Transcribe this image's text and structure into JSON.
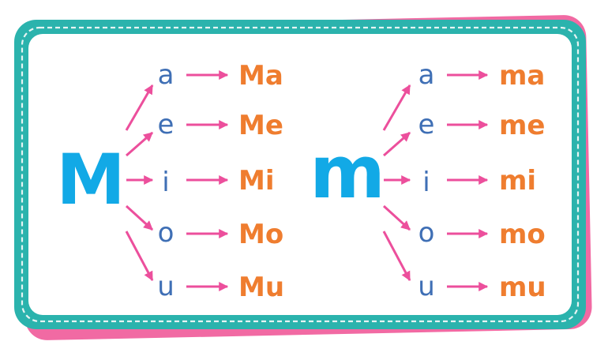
{
  "colors": {
    "card_shadow": "#f16aa3",
    "card_border": "#2bb3ad",
    "card_dash": "#e7f4f3",
    "big_letter": "#12a9e6",
    "vowel": "#3f6fb5",
    "syllable": "#ef7d2f",
    "arrow": "#ec4f9c"
  },
  "groups": [
    {
      "letter": "M",
      "rows": [
        {
          "vowel": "a",
          "syllable": "Ma"
        },
        {
          "vowel": "e",
          "syllable": "Me"
        },
        {
          "vowel": "i",
          "syllable": "Mi"
        },
        {
          "vowel": "o",
          "syllable": "Mo"
        },
        {
          "vowel": "u",
          "syllable": "Mu"
        }
      ]
    },
    {
      "letter": "m",
      "rows": [
        {
          "vowel": "a",
          "syllable": "ma"
        },
        {
          "vowel": "e",
          "syllable": "me"
        },
        {
          "vowel": "i",
          "syllable": "mi"
        },
        {
          "vowel": "o",
          "syllable": "mo"
        },
        {
          "vowel": "u",
          "syllable": "mu"
        }
      ]
    }
  ]
}
